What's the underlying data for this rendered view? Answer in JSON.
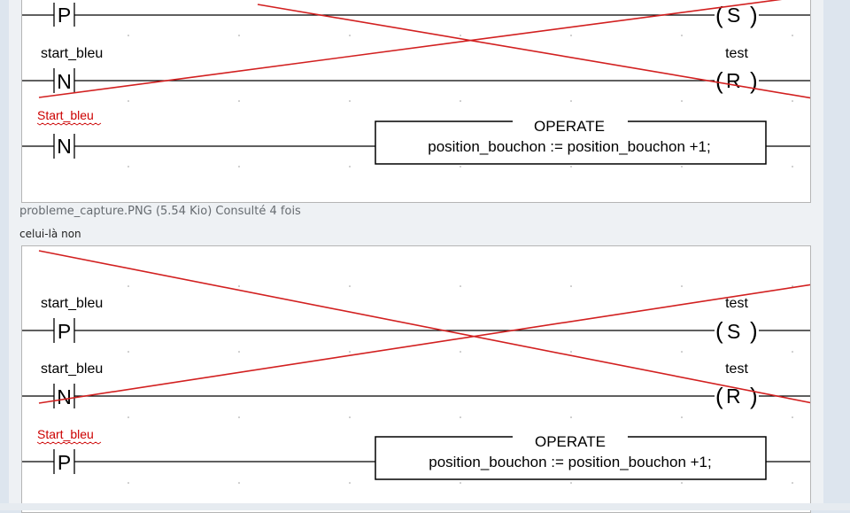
{
  "attachment": {
    "caption": "probleme_capture.PNG (5.54 Kio) Consulté 4 fois",
    "comment": "celui-là non"
  },
  "shot1": {
    "rung1": {
      "contact": "P",
      "coil": "S"
    },
    "rung2": {
      "label": "start_bleu",
      "contact": "N",
      "coil_label": "test",
      "coil": "R"
    },
    "rung3": {
      "label": "Start_bleu",
      "contact": "N",
      "block_title": "OPERATE",
      "block_code": "position_bouchon := position_bouchon +1;"
    }
  },
  "shot2": {
    "rung1": {
      "label": "start_bleu",
      "contact": "P",
      "coil_label": "test",
      "coil": "S"
    },
    "rung2": {
      "label": "start_bleu",
      "contact": "N",
      "coil_label": "test",
      "coil": "R"
    },
    "rung3": {
      "label": "Start_bleu",
      "contact": "P",
      "block_title": "OPERATE",
      "block_code": "position_bouchon := position_bouchon +1;"
    }
  },
  "colors": {
    "cross": "#d22020",
    "error_label": "#cc0000",
    "page_bg": "#dde5ee"
  }
}
